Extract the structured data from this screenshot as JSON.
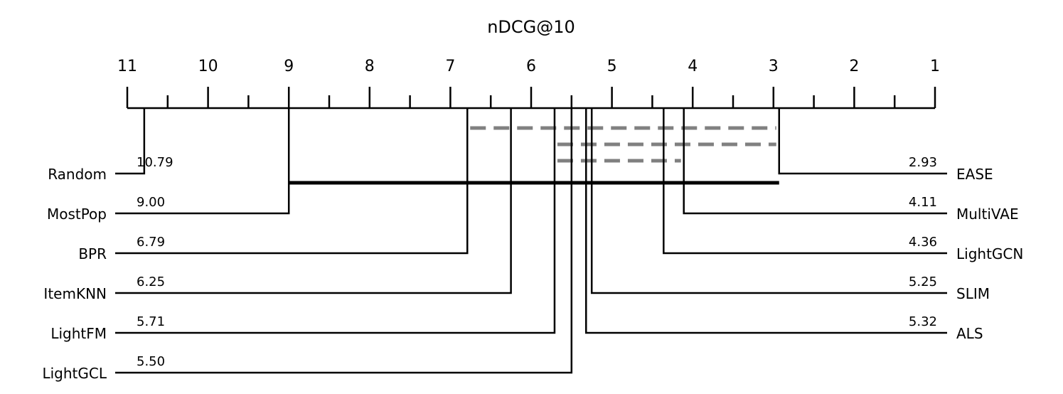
{
  "chart_data": {
    "type": "critical-difference",
    "title": "nDCG@10",
    "axis": {
      "range": [
        1,
        11
      ],
      "reversed": true,
      "major_ticks": [
        "11",
        "10",
        "9",
        "8",
        "7",
        "6",
        "5",
        "4",
        "3",
        "2",
        "1"
      ],
      "minor_ticks": [
        10.5,
        9.5,
        8.5,
        7.5,
        6.5,
        5.5,
        4.5,
        3.5,
        2.5,
        1.5
      ]
    },
    "left_methods": [
      {
        "name": "Random",
        "rank": 10.79,
        "label": "10.79"
      },
      {
        "name": "MostPop",
        "rank": 9.0,
        "label": "9.00"
      },
      {
        "name": "BPR",
        "rank": 6.79,
        "label": "6.79"
      },
      {
        "name": "ItemKNN",
        "rank": 6.25,
        "label": "6.25"
      },
      {
        "name": "LightFM",
        "rank": 5.71,
        "label": "5.71"
      },
      {
        "name": "LightGCL",
        "rank": 5.5,
        "label": "5.50"
      }
    ],
    "right_methods": [
      {
        "name": "EASE",
        "rank": 2.93,
        "label": "2.93"
      },
      {
        "name": "MultiVAE",
        "rank": 4.11,
        "label": "4.11"
      },
      {
        "name": "LightGCN",
        "rank": 4.36,
        "label": "4.36"
      },
      {
        "name": "SLIM",
        "rank": 5.25,
        "label": "5.25"
      },
      {
        "name": "ALS",
        "rank": 5.32,
        "label": "5.32"
      }
    ],
    "cliques_dashed": [
      {
        "from": 6.79,
        "to": 2.93
      },
      {
        "from": 5.71,
        "to": 2.93
      },
      {
        "from": 5.71,
        "to": 4.11
      }
    ],
    "cd_bar_solid": {
      "from": 9.0,
      "to": 2.93
    },
    "colors": {
      "line": "#000000",
      "clique": "#808080",
      "background": "#ffffff"
    }
  }
}
